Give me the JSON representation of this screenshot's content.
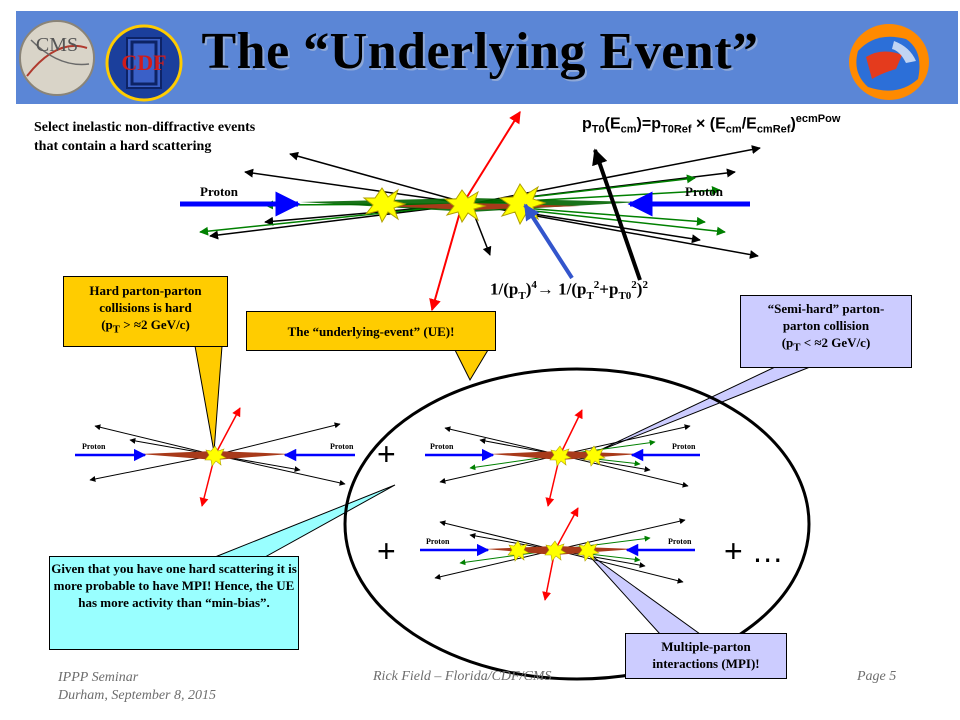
{
  "title": "The “Underlying Event”",
  "logos": {
    "cms": "CMS",
    "cdf": "CDF"
  },
  "description": [
    "Select inelastic non-diffractive events",
    "that contain a hard scattering"
  ],
  "formula_top": {
    "p": "p",
    "sub_t0": "T0",
    "ecm_open": "(E",
    "sub_cm": "cm",
    "eq": ")=p",
    "sub_t0ref": "T0Ref",
    "times": " × (E",
    "sub_cm2": "cm",
    "slash": "/E",
    "sub_cmref": "cmRef",
    "close": ")",
    "sup_pow": "ecmPow"
  },
  "formula_mid": {
    "a": "1/(p",
    "sub_t": "T",
    "b": ")",
    "sup_4": "4",
    "arrow": "→ 1/(p",
    "sub_t2": "T",
    "sup_2a": "2",
    "c": "+p",
    "sub_t0": "T0",
    "sup_2b": "2",
    "d": ")",
    "sup_2c": "2"
  },
  "proton_label": "Proton",
  "callouts": {
    "hard": [
      "Hard parton-parton",
      "collisions is hard",
      "(p",
      "T",
      " > ≈2 GeV/c)"
    ],
    "ue": "The “underlying-event” (UE)!",
    "semi": [
      "“Semi-hard” parton-",
      "parton collision",
      "(p",
      "T",
      " < ≈2 GeV/c)"
    ],
    "given": "Given that you have one hard scattering it is more probable to have MPI!  Hence, the UE has more activity than “min-bias”.",
    "mpi": [
      "Multiple-parton",
      "interactions (MPI)!"
    ]
  },
  "plus_signs": {
    "p1": "+",
    "p2": "+",
    "p3": "+ …"
  },
  "footer": {
    "left_1": "IPPP Seminar",
    "left_2": "Durham, September 8, 2015",
    "middle": "Rick Field – Florida/CDF/CMS",
    "right": "Page 5"
  },
  "colors": {
    "title_bar": "#5b86d6",
    "callout_yellow": "#ffcc00",
    "callout_lilac": "#ccccff",
    "callout_cyan": "#99ffff",
    "proton_arrow": "#0000ff",
    "hard_track": "#ff0000",
    "soft_track": "#008000"
  }
}
